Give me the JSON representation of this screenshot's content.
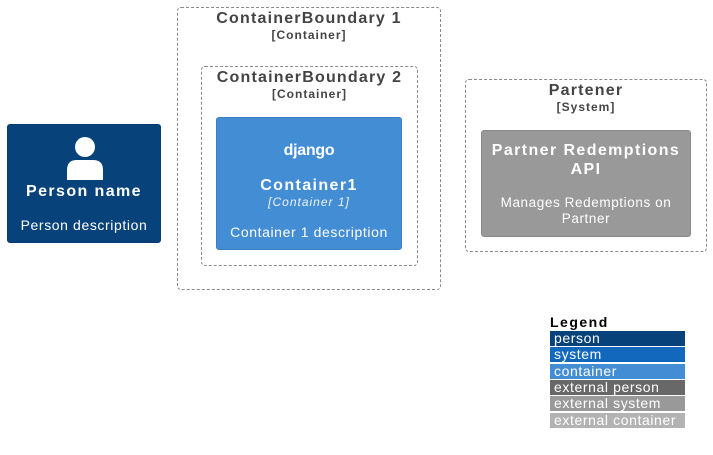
{
  "boundaries": [
    {
      "title": "ContainerBoundary 1",
      "type": "[Container]"
    },
    {
      "title": "ContainerBoundary 2",
      "type": "[Container]"
    },
    {
      "title": "Partener",
      "type": "[System]"
    }
  ],
  "person": {
    "title": "Person name",
    "description": "Person description",
    "icon": "person-icon"
  },
  "container1": {
    "logo": "django",
    "title": "Container1",
    "type": "[Container 1]",
    "description": "Container 1 description"
  },
  "partner_api": {
    "title_line1": "Partner Redemptions",
    "title_line2": "API",
    "description_line1": "Manages Redemptions on",
    "description_line2": "Partner"
  },
  "legend": {
    "title": "Legend",
    "items": [
      {
        "label": "person",
        "color": "#08427b"
      },
      {
        "label": "system",
        "color": "#1168bd"
      },
      {
        "label": "container",
        "color": "#438dd5"
      },
      {
        "label": "external person",
        "color": "#686868"
      },
      {
        "label": "external system",
        "color": "#999999"
      },
      {
        "label": "external container",
        "color": "#b3b3b3"
      }
    ]
  }
}
